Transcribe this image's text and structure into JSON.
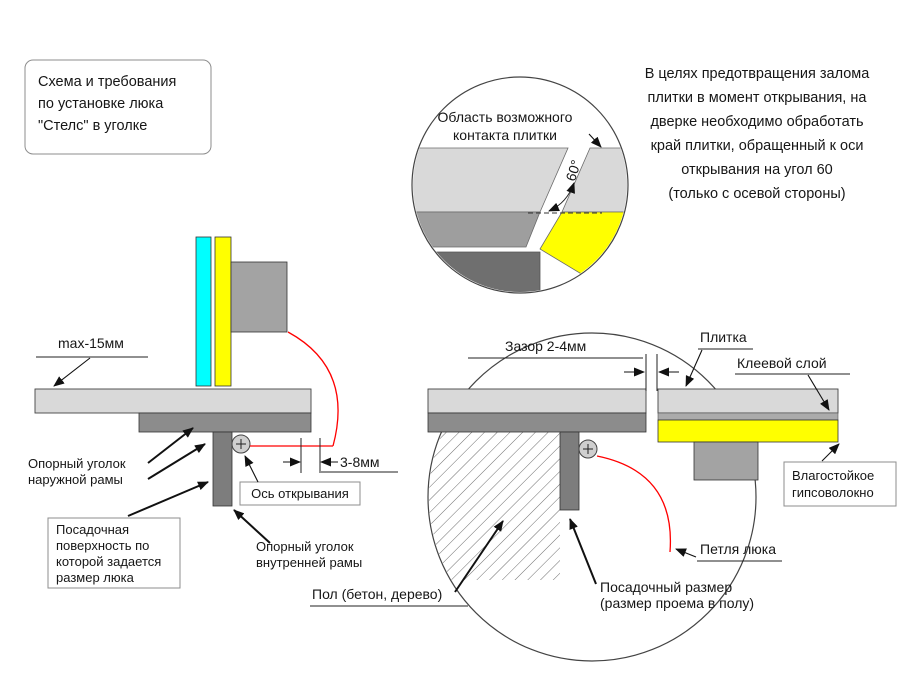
{
  "colors": {
    "cyan": "#00ffff",
    "yellow": "#ffff00",
    "red": "#ff0000",
    "tile_gray": "#d9d9d9",
    "frame_gray": "#8c8c8c"
  },
  "title_box": {
    "line1": "Схема и требования",
    "line2": "по установке люка",
    "line3": "\"Стелс\" в уголке"
  },
  "note": {
    "line1": "В целях предотвращения залома",
    "line2": "плитки в момент открывания, на",
    "line3": "дверке необходимо обработать",
    "line4": "край плитки, обращенный к оси",
    "line5": "открывания на угол 60",
    "line6": "(только с осевой стороны)"
  },
  "detail": {
    "label_line1": "Область возможного",
    "label_line2": "контакта плитки",
    "angle": "60°"
  },
  "left": {
    "max_gap": "max-15мм",
    "outer_corner_line1": "Опорный уголок",
    "outer_corner_line2": "наружной рамы",
    "seat_line1": "Посадочная",
    "seat_line2": "поверхность по",
    "seat_line3": "которой задается",
    "seat_line4": "размер люка",
    "axis_label": "Ось открывания",
    "dim": "3-8мм",
    "inner_corner_line1": "Опорный уголок",
    "inner_corner_line2": "внутренней рамы"
  },
  "right": {
    "gap": "Зазор 2-4мм",
    "tile": "Плитка",
    "glue": "Клеевой слой",
    "gvl_line1": "Влагостойкое",
    "gvl_line2": "гипсоволокно",
    "hinge": "Петля люка",
    "floor": "Пол (бетон, дерево)",
    "seat_line1": "Посадочный размер",
    "seat_line2": "(размер проема в полу)"
  }
}
